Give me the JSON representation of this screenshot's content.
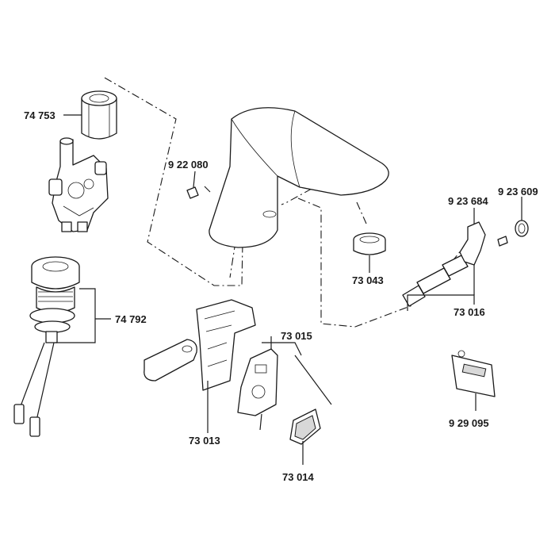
{
  "parts": [
    {
      "id": "p1",
      "number": "74 753"
    },
    {
      "id": "p2",
      "number": "74 792"
    },
    {
      "id": "p3",
      "number": "9 22 080"
    },
    {
      "id": "p4",
      "number": "73 043"
    },
    {
      "id": "p5",
      "number": "9 23 684"
    },
    {
      "id": "p6",
      "number": "9 23 609"
    },
    {
      "id": "p7",
      "number": "73 016"
    },
    {
      "id": "p8",
      "number": "73 015"
    },
    {
      "id": "p9",
      "number": "73 013"
    },
    {
      "id": "p10",
      "number": "73 014"
    },
    {
      "id": "p11",
      "number": "9 29 095"
    }
  ]
}
